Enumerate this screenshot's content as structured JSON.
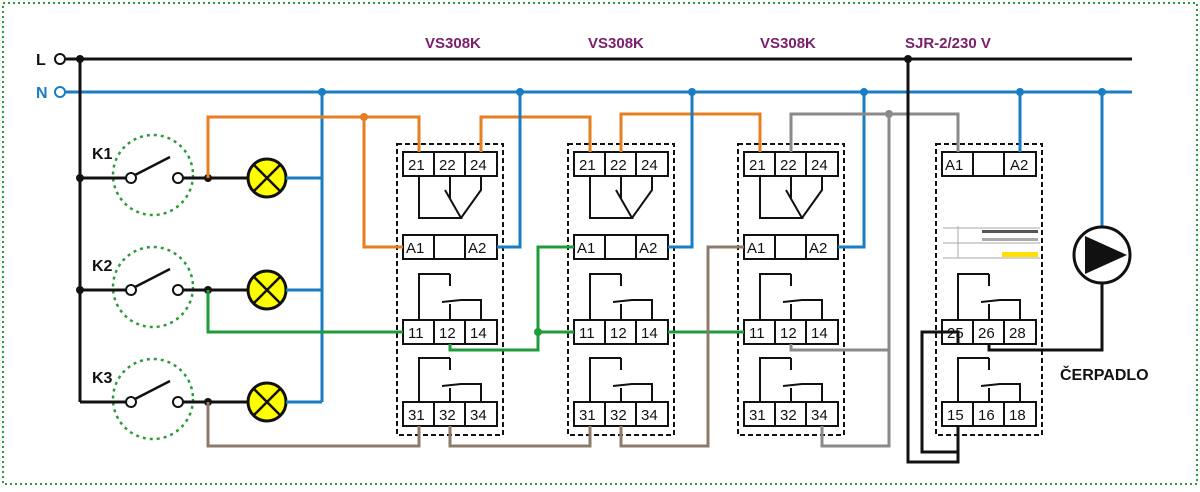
{
  "lines": {
    "L": "L",
    "N": "N"
  },
  "switches": [
    "K1",
    "K2",
    "K3"
  ],
  "relays": [
    {
      "title": "VS308K",
      "top": [
        "21",
        "22",
        "24"
      ],
      "coil": [
        "A1",
        "A2"
      ],
      "r1": [
        "11",
        "12",
        "14"
      ],
      "r2": [
        "31",
        "32",
        "34"
      ]
    },
    {
      "title": "VS308K",
      "top": [
        "21",
        "22",
        "24"
      ],
      "coil": [
        "A1",
        "A2"
      ],
      "r1": [
        "11",
        "12",
        "14"
      ],
      "r2": [
        "31",
        "32",
        "34"
      ]
    },
    {
      "title": "VS308K",
      "top": [
        "21",
        "22",
        "24"
      ],
      "coil": [
        "A1",
        "A2"
      ],
      "r1": [
        "11",
        "12",
        "14"
      ],
      "r2": [
        "31",
        "32",
        "34"
      ]
    }
  ],
  "sjr": {
    "title": "SJR-2/230 V",
    "coil": [
      "A1",
      "A2"
    ],
    "r1": [
      "25",
      "26",
      "28"
    ],
    "r2": [
      "15",
      "16",
      "18"
    ]
  },
  "pump_label": "ČERPADLO",
  "colors": {
    "L": "#111111",
    "N": "#1a7cc3",
    "orange": "#e67e22",
    "green": "#1e9c3a",
    "brown": "#8c7b6b",
    "gray": "#8a8a8a",
    "frame": "#2a9d3a",
    "title": "#7a1f6b",
    "lamp": "#ffff00"
  }
}
